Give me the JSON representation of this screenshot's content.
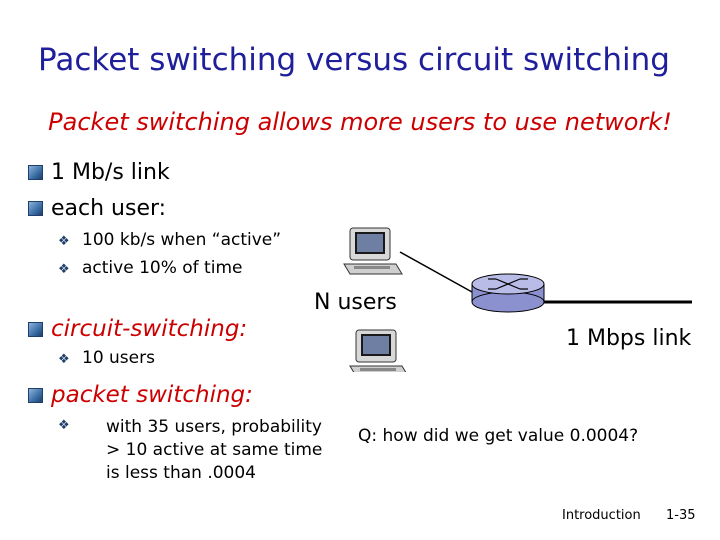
{
  "title": "Packet switching versus circuit switching",
  "subtitle": "Packet switching allows more users to use network!",
  "bullets": {
    "link": "1 Mb/s link",
    "each_user": "each user:",
    "each_user_sub": [
      "100 kb/s when “active”",
      "active 10% of time"
    ],
    "circuit": "circuit-switching:",
    "circuit_sub": [
      "10 users"
    ],
    "packet": "packet switching:",
    "packet_sub": [
      "with 35 users, probability > 10 active at same time is less than .0004"
    ]
  },
  "diagram": {
    "n_users_label": "N users",
    "link_label": "1 Mbps link",
    "icons": [
      "computer-icon",
      "computer-icon",
      "router-icon"
    ]
  },
  "question": "Q: how did we get value 0.0004?",
  "footer": {
    "section": "Introduction",
    "page": "1-35"
  }
}
